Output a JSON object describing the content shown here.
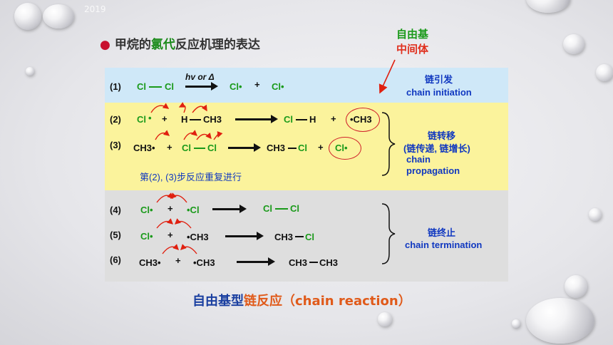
{
  "top_text": "2019",
  "heading": {
    "bullet": "●",
    "part1": "甲烷的",
    "part2": "氯代",
    "part3": "反应机理的表达"
  },
  "radical_label": {
    "line1": "自由基",
    "line2": "中间体"
  },
  "initiation": {
    "num": "(1)",
    "r1": "Cl",
    "r2": "Cl",
    "cond": "hv or Δ",
    "p1": "Cl•",
    "plus": "+",
    "p2": "Cl•",
    "zh": "链引发",
    "en": "chain initiation"
  },
  "propagation": {
    "step2": {
      "num": "(2)",
      "a": "Cl",
      "dot": "•",
      "plus": "+",
      "h": "H",
      "ch3": "CH3",
      "p1": "Cl",
      "p2": "H",
      "plus2": "+",
      "p3": "•CH3"
    },
    "step3": {
      "num": "(3)",
      "a": "CH3•",
      "plus": "+",
      "b": "Cl",
      "c": "Cl",
      "p1": "CH3",
      "p2": "Cl",
      "plus2": "+",
      "p3": "Cl•"
    },
    "note": "第(2), (3)步反应重复进行",
    "zh1": "链转移",
    "zh2": "(链传递, 链增长)",
    "en1": "chain",
    "en2": "propagation"
  },
  "termination": {
    "step4": {
      "num": "(4)",
      "a": "Cl•",
      "plus": "+",
      "b": "•Cl",
      "p1": "Cl",
      "p2": "Cl"
    },
    "step5": {
      "num": "(5)",
      "a": "Cl•",
      "plus": "+",
      "b": "•CH3",
      "p1": "CH3",
      "p2": "Cl"
    },
    "step6": {
      "num": "(6)",
      "a": "CH3•",
      "plus": "+",
      "b": "•CH3",
      "p1": "CH3",
      "p2": "CH3"
    },
    "zh": "链终止",
    "en": "chain termination"
  },
  "footer": {
    "part1": "自由基型",
    "part2": "链反应（chain reaction）"
  },
  "colors": {
    "initiation_band": "#cfe8f8",
    "propagation_band": "#fbf39c",
    "termination_band": "#dedede",
    "green": "#1a9a1a",
    "blue": "#1038c0",
    "red": "#e02010"
  }
}
